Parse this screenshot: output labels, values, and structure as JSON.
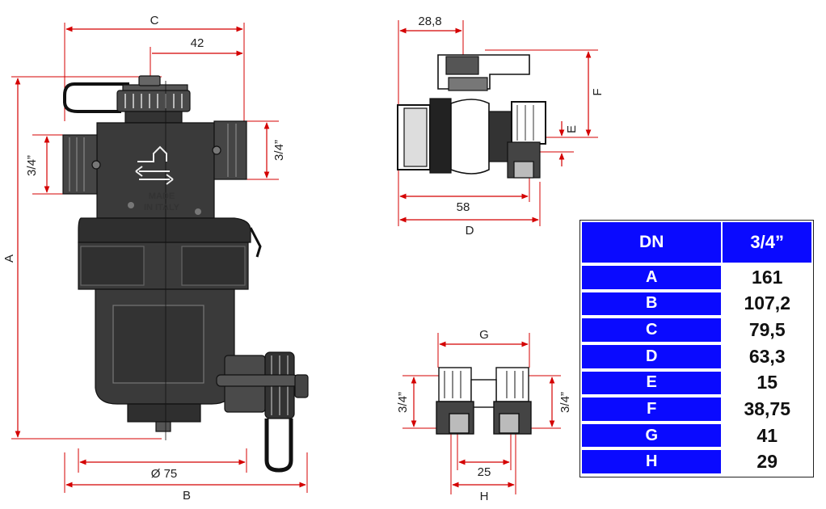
{
  "left_view": {
    "dim_C": "C",
    "dim_42": "42",
    "dim_A": "A",
    "dim_thread_left": "3/4”",
    "dim_thread_right": "3/4”",
    "dim_diam": "Ø 75",
    "dim_B": "B",
    "made_line1": "MADE",
    "made_line2": "IN ITALY"
  },
  "valve_view": {
    "dim_28": "28,8",
    "dim_F": "F",
    "dim_E": "E",
    "dim_58": "58",
    "dim_D": "D"
  },
  "fitting_view": {
    "dim_G": "G",
    "dim_thread_left": "3/4”",
    "dim_thread_right": "3/4”",
    "dim_25": "25",
    "dim_H": "H"
  },
  "table": {
    "header": {
      "key": "DN",
      "value": "3/4”"
    },
    "rows": [
      {
        "key": "A",
        "value": "161"
      },
      {
        "key": "B",
        "value": "107,2"
      },
      {
        "key": "C",
        "value": "79,5"
      },
      {
        "key": "D",
        "value": "63,3"
      },
      {
        "key": "E",
        "value": "15"
      },
      {
        "key": "F",
        "value": "38,75"
      },
      {
        "key": "G",
        "value": "41"
      },
      {
        "key": "H",
        "value": "29"
      }
    ]
  }
}
